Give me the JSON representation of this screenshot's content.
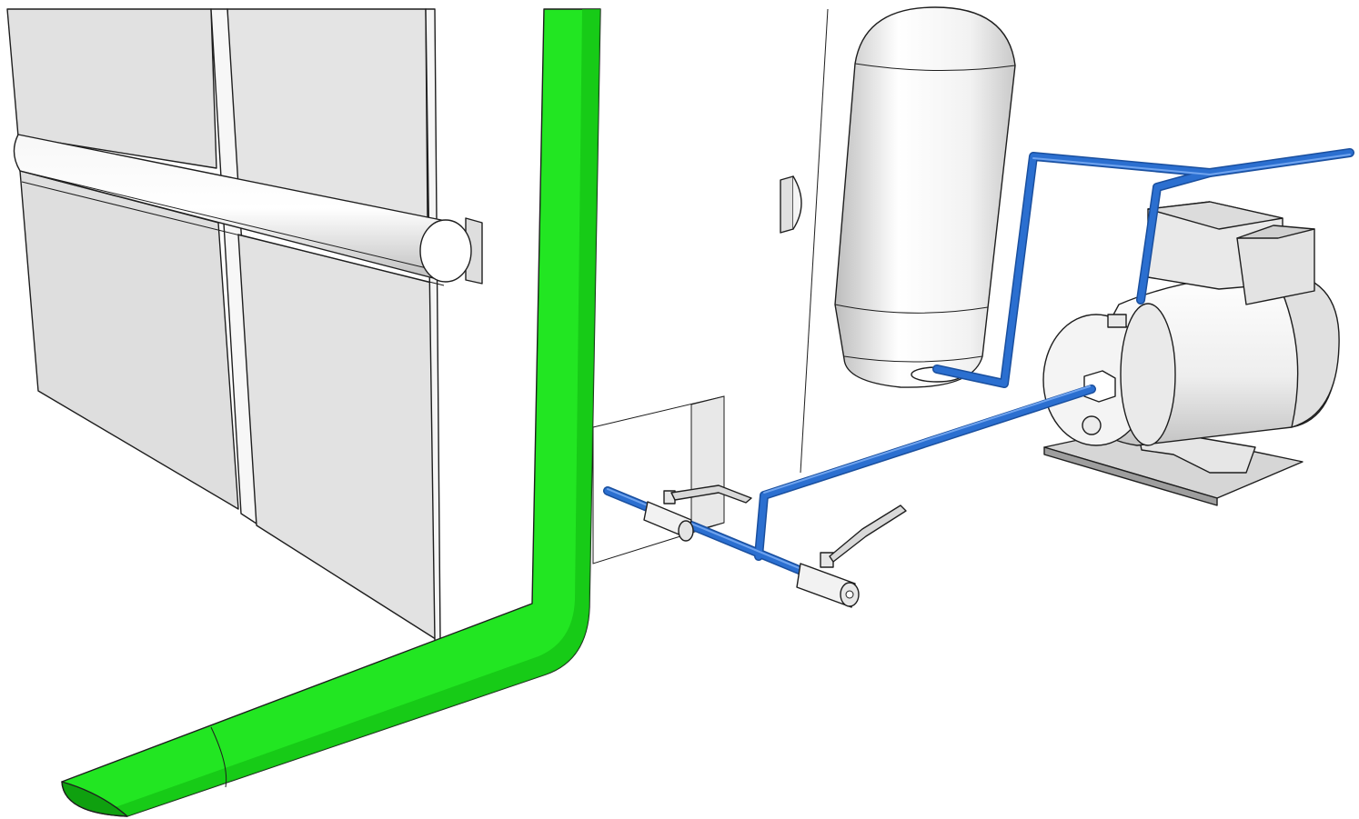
{
  "colors": {
    "background": "#ffffff",
    "panel": "#dcdcdc",
    "panel_light": "#ececec",
    "panel_edge": "#1e1e1e",
    "drain_pipe": "#22e622",
    "drain_pipe_dark": "#11b011",
    "water_pipe": "#2b6fd0",
    "water_pipe_dark": "#1a4f9e",
    "metal": "#f2f2f2",
    "metal_shade": "#c8c8c8"
  },
  "components": [
    {
      "id": "sectional-water-tank",
      "icon": "tank-panels-icon"
    },
    {
      "id": "drain-pipe",
      "icon": "green-pipe-icon"
    },
    {
      "id": "pressure-vessel",
      "icon": "pressure-tank-icon"
    },
    {
      "id": "booster-pump",
      "icon": "electric-pump-icon"
    },
    {
      "id": "valve-1",
      "icon": "ball-valve-icon"
    },
    {
      "id": "valve-2",
      "icon": "ball-valve-icon"
    }
  ]
}
